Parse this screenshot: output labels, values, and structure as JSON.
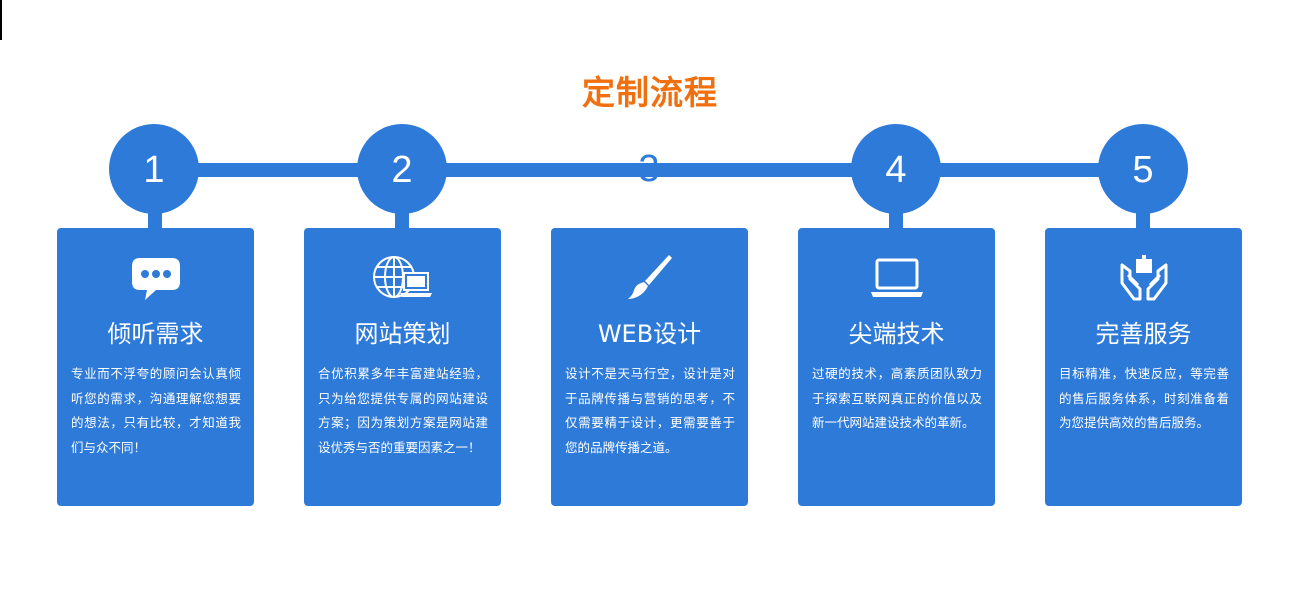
{
  "page_title": "定制流程",
  "colors": {
    "accent_blue": "#2e7ad8",
    "title_orange": "#f07010",
    "background": "#ffffff",
    "text_on_blue": "#ffffff"
  },
  "steps": [
    {
      "number": "1",
      "icon": "speech-bubble-icon",
      "title": "倾听需求",
      "text": "专业而不浮夸的顾问会认真倾听您的需求，沟通理解您想要的想法，只有比较，才知道我们与众不同！"
    },
    {
      "number": "2",
      "icon": "globe-laptop-icon",
      "title": "网站策划",
      "text": "合优积累多年丰富建站经验，只为给您提供专属的网站建设方案；因为策划方案是网站建设优秀与否的重要因素之一！"
    },
    {
      "number": "3",
      "icon": "paintbrush-icon",
      "title": "WEB设计",
      "text": "设计不是天马行空，设计是对于品牌传播与营销的思考，不仅需要精于设计，更需要善于您的品牌传播之道。"
    },
    {
      "number": "4",
      "icon": "laptop-icon",
      "title": "尖端技术",
      "text": "过硬的技术，高素质团队致力于探索互联网真正的价值以及新一代网站建设技术的革新。"
    },
    {
      "number": "5",
      "icon": "hands-gift-icon",
      "title": "完善服务",
      "text": "目标精准，快速反应，等完善的售后服务体系，时刻准备着为您提供高效的售后服务。"
    }
  ]
}
